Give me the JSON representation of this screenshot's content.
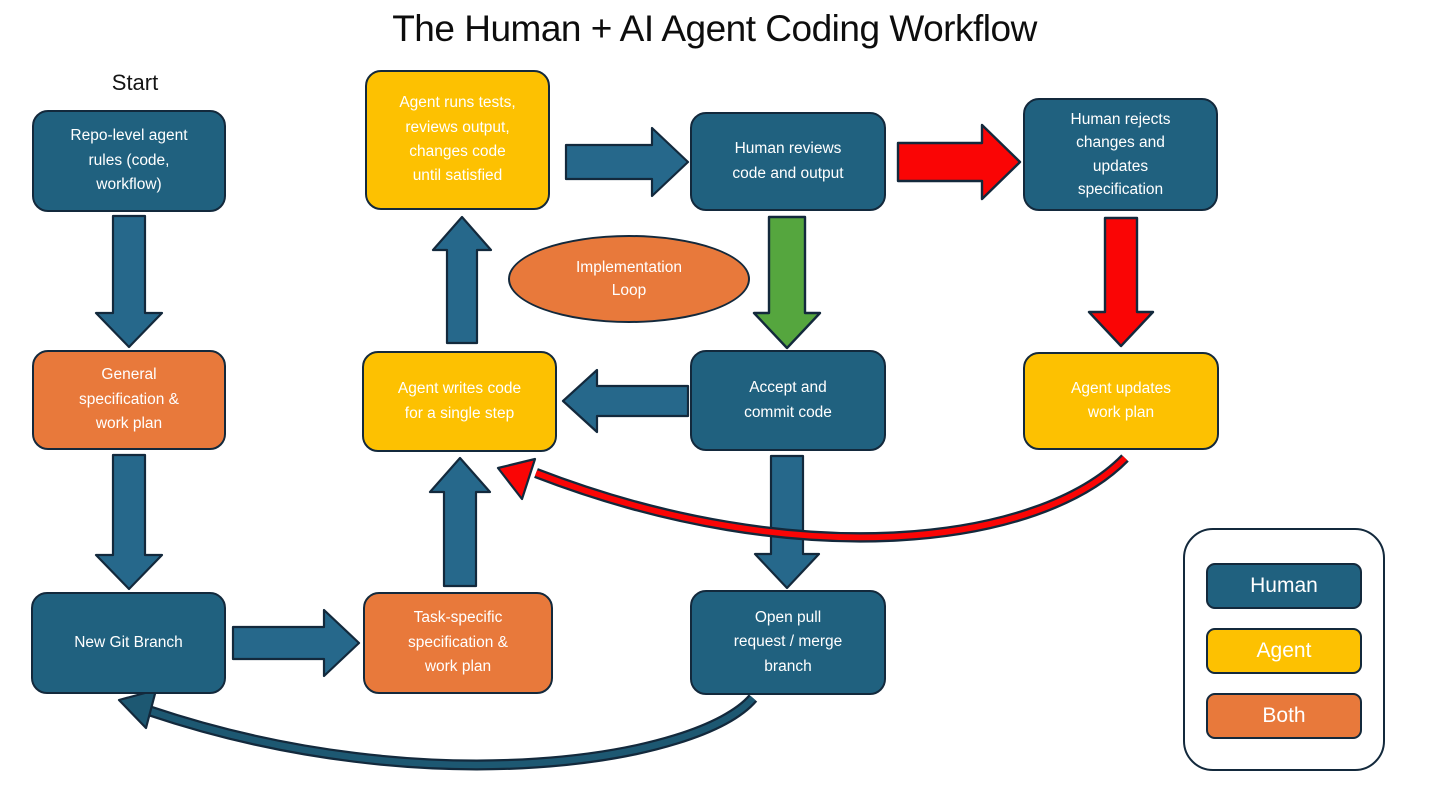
{
  "title": "The Human + AI Agent Coding Workflow",
  "start_label": "Start",
  "nodes": {
    "repo_rules": {
      "label": "Repo-level agent\nrules (code,\nworkflow)",
      "role": "human"
    },
    "agent_runs_tests": {
      "label": "Agent runs tests,\nreviews output,\nchanges code\nuntil satisfied",
      "role": "agent"
    },
    "human_reviews": {
      "label": "Human reviews\ncode and output",
      "role": "human"
    },
    "human_rejects": {
      "label": "Human rejects\nchanges and\nupdates\nspecification",
      "role": "human"
    },
    "implementation_loop": {
      "label": "Implementation\nLoop",
      "role": "both"
    },
    "general_spec": {
      "label": "General\nspecification &\nwork plan",
      "role": "both"
    },
    "agent_writes_code": {
      "label": "Agent writes code\nfor a single step",
      "role": "agent"
    },
    "accept_commit": {
      "label": "Accept and\ncommit code",
      "role": "human"
    },
    "agent_updates_plan": {
      "label": "Agent updates\nwork plan",
      "role": "agent"
    },
    "new_git_branch": {
      "label": "New Git Branch",
      "role": "human"
    },
    "task_spec": {
      "label": "Task-specific\nspecification &\nwork plan",
      "role": "both"
    },
    "open_pull_request": {
      "label": "Open pull\nrequest / merge\nbranch",
      "role": "human"
    }
  },
  "legend": {
    "items": [
      {
        "label": "Human",
        "role": "human"
      },
      {
        "label": "Agent",
        "role": "agent"
      },
      {
        "label": "Both",
        "role": "both"
      }
    ]
  },
  "edges": [
    {
      "from": "repo_rules",
      "to": "general_spec",
      "style": "blue"
    },
    {
      "from": "general_spec",
      "to": "new_git_branch",
      "style": "blue"
    },
    {
      "from": "new_git_branch",
      "to": "task_spec",
      "style": "blue"
    },
    {
      "from": "task_spec",
      "to": "agent_writes_code",
      "style": "blue"
    },
    {
      "from": "agent_writes_code",
      "to": "agent_runs_tests",
      "style": "blue"
    },
    {
      "from": "agent_runs_tests",
      "to": "human_reviews",
      "style": "blue"
    },
    {
      "from": "human_reviews",
      "to": "human_rejects",
      "style": "red"
    },
    {
      "from": "human_rejects",
      "to": "agent_updates_plan",
      "style": "red"
    },
    {
      "from": "agent_updates_plan",
      "to": "agent_writes_code",
      "style": "red-curve"
    },
    {
      "from": "human_reviews",
      "to": "accept_commit",
      "style": "green"
    },
    {
      "from": "accept_commit",
      "to": "agent_writes_code",
      "style": "blue"
    },
    {
      "from": "accept_commit",
      "to": "open_pull_request",
      "style": "blue"
    },
    {
      "from": "open_pull_request",
      "to": "new_git_branch",
      "style": "blue-curve"
    }
  ],
  "colors": {
    "human": "#20617F",
    "agent": "#FDC101",
    "both": "#E8793B",
    "arrow_blue": "#26688B",
    "arrow_red": "#FA0505",
    "arrow_green": "#55A63E",
    "curve_teal": "#1D5872",
    "outline": "#13293C",
    "node_text": "#FFFFFF"
  }
}
